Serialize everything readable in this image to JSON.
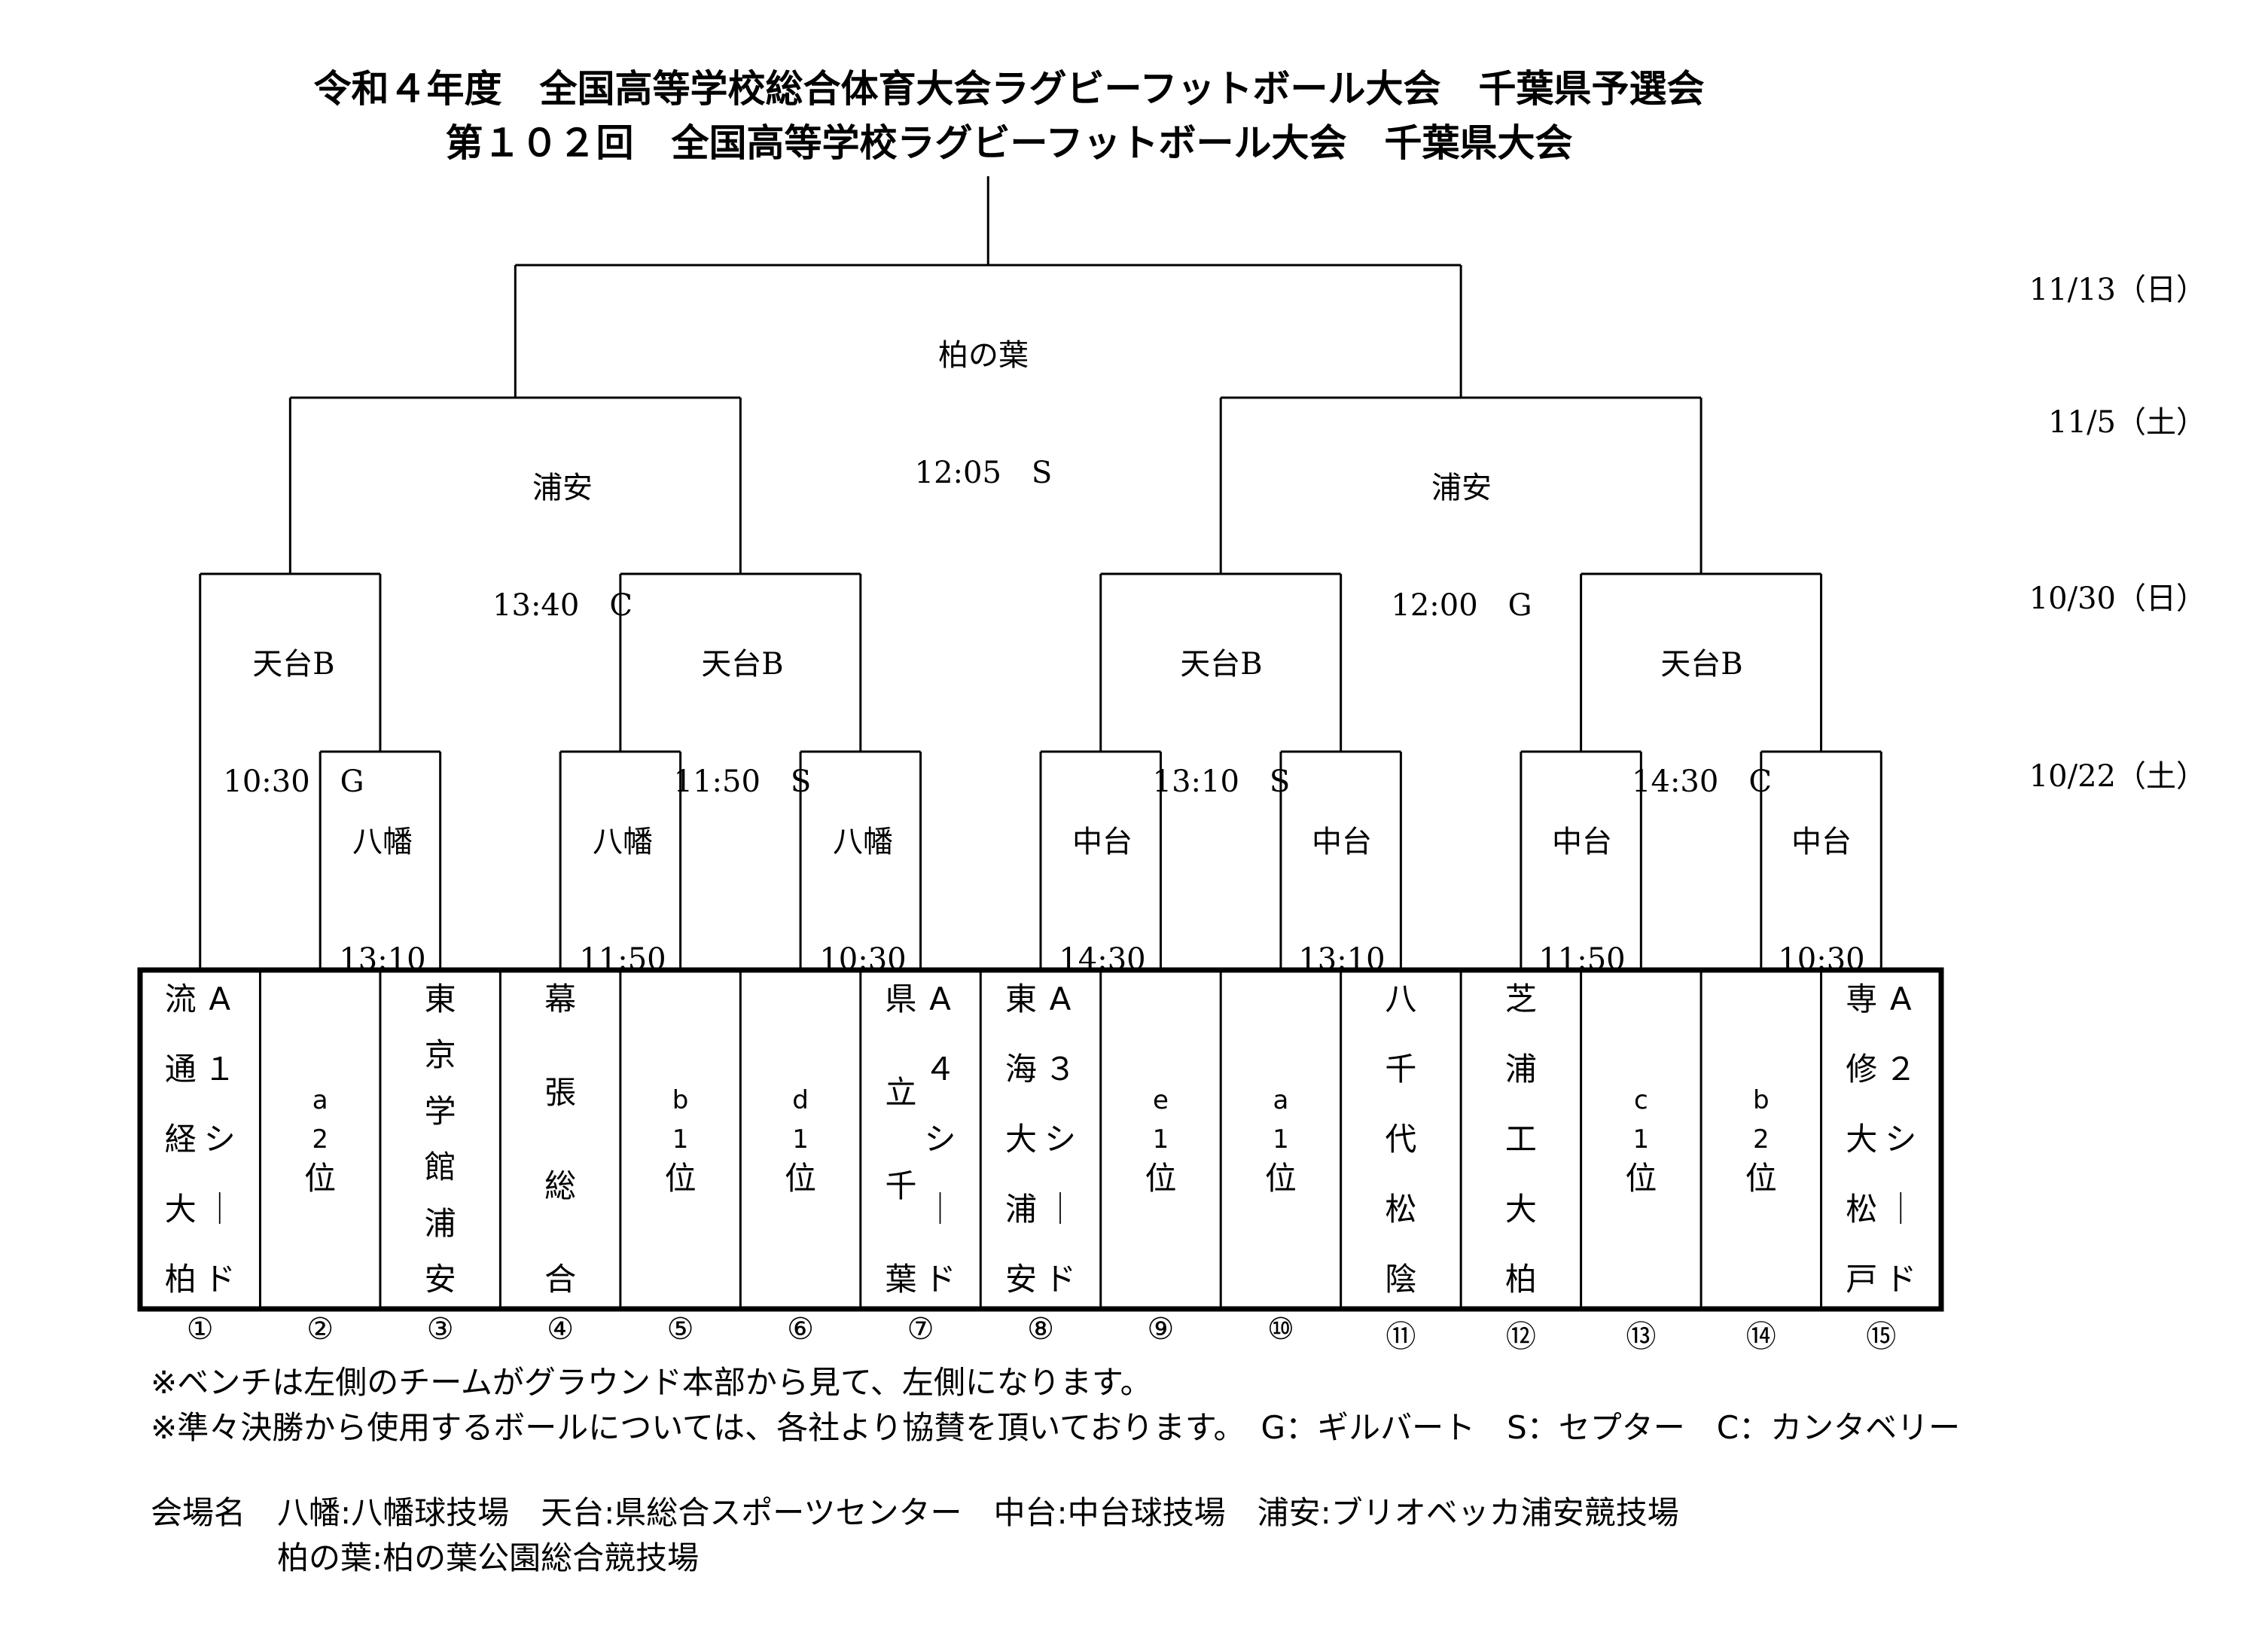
{
  "title_line1": "令和４年度　全国高等学校総合体育大会ラグビーフットボール大会　千葉県予選会",
  "title_line2": "第１０２回　全国高等学校ラグビーフットボール大会　千葉県大会",
  "round_dates": [
    "11/13（日）",
    "11/5（土）",
    "10/30（日）",
    "10/22（土）"
  ],
  "final": {
    "venue": "柏の葉",
    "time": "12:05　S"
  },
  "semifinals": [
    {
      "venue": "浦安",
      "time": "13:40　C"
    },
    {
      "venue": "浦安",
      "time": "12:00　G"
    }
  ],
  "quarterfinals": [
    {
      "venue": "天台B",
      "time": "10:30　G"
    },
    {
      "venue": "天台B",
      "time": "11:50　S"
    },
    {
      "venue": "天台B",
      "time": "13:10　S"
    },
    {
      "venue": "天台B",
      "time": "14:30　C"
    }
  ],
  "round1": [
    {
      "venue": "八幡",
      "time": "13:10"
    },
    {
      "venue": "八幡",
      "time": "11:50"
    },
    {
      "venue": "八幡",
      "time": "10:30"
    },
    {
      "venue": "中台",
      "time": "14:30"
    },
    {
      "venue": "中台",
      "time": "13:10"
    },
    {
      "venue": "中台",
      "time": "11:50"
    },
    {
      "venue": "中台",
      "time": "10:30"
    }
  ],
  "teams": [
    {
      "kind": "seed",
      "name": [
        "流",
        "通",
        "経",
        "大",
        "柏"
      ],
      "seed": [
        "A",
        "１",
        "シ",
        "｜",
        "ド"
      ]
    },
    {
      "kind": "code",
      "lines": [
        "a",
        "2",
        "位"
      ]
    },
    {
      "kind": "name",
      "name": [
        "東",
        "京",
        "学",
        "館",
        "浦",
        "安"
      ]
    },
    {
      "kind": "name",
      "name": [
        "幕",
        "張",
        "総",
        "合"
      ]
    },
    {
      "kind": "code",
      "lines": [
        "b",
        "1",
        "位"
      ]
    },
    {
      "kind": "code",
      "lines": [
        "d",
        "1",
        "位"
      ]
    },
    {
      "kind": "seed",
      "name": [
        "県",
        "立",
        "千",
        "葉"
      ],
      "seed": [
        "A",
        "４",
        "シ",
        "｜",
        "ド"
      ]
    },
    {
      "kind": "seed",
      "name": [
        "東",
        "海",
        "大",
        "浦",
        "安"
      ],
      "seed": [
        "A",
        "３",
        "シ",
        "｜",
        "ド"
      ]
    },
    {
      "kind": "code",
      "lines": [
        "e",
        "1",
        "位"
      ]
    },
    {
      "kind": "code",
      "lines": [
        "a",
        "1",
        "位"
      ]
    },
    {
      "kind": "name",
      "name": [
        "八",
        "千",
        "代",
        "松",
        "陰"
      ]
    },
    {
      "kind": "name",
      "name": [
        "芝",
        "浦",
        "工",
        "大",
        "柏"
      ]
    },
    {
      "kind": "code",
      "lines": [
        "c",
        "1",
        "位"
      ]
    },
    {
      "kind": "code",
      "lines": [
        "b",
        "2",
        "位"
      ]
    },
    {
      "kind": "seed",
      "name": [
        "専",
        "修",
        "大",
        "松",
        "戸"
      ],
      "seed": [
        "A",
        "２",
        "シ",
        "｜",
        "ド"
      ]
    }
  ],
  "slot_numbers": [
    "①",
    "②",
    "③",
    "④",
    "⑤",
    "⑥",
    "⑦",
    "⑧",
    "⑨",
    "⑩",
    "⑪",
    "⑫",
    "⑬",
    "⑭",
    "⑮"
  ],
  "notes": {
    "bench": "※ベンチは左側のチームがグラウンド本部から見て、左側になります。",
    "ball": "※準々決勝から使用するボールについては、各社より協賛を頂いております。　G：ギルバート　S：セプター　C：カンタベリー",
    "venue_line1": "会場名　八幡:八幡球技場　天台:県総合スポーツセンター　中台:中台球技場　浦安:ブリオベッカ浦安競技場",
    "venue_line2": "　　　　柏の葉:柏の葉公園総合競技場"
  }
}
